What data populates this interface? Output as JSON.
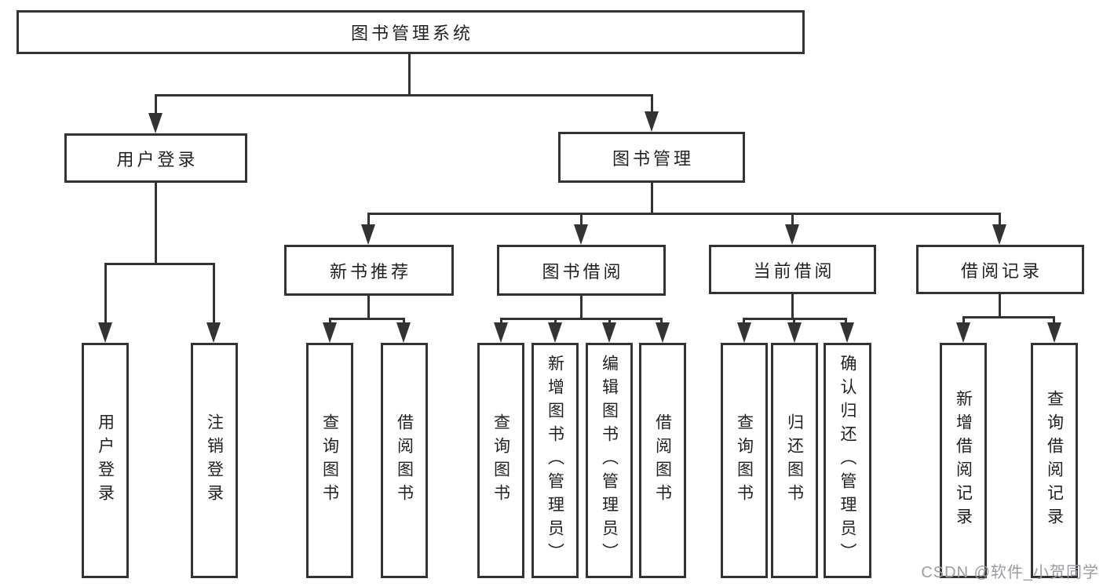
{
  "diagram": {
    "root": "图书管理系统",
    "level2": [
      "用户登录",
      "图书管理"
    ],
    "level3": [
      "新书推荐",
      "图书借阅",
      "当前借阅",
      "借阅记录"
    ],
    "leaves": {
      "login": [
        "用户登录",
        "注销登录"
      ],
      "recommend": [
        "查询图书",
        "借阅图书"
      ],
      "borrow": [
        "查询图书",
        "新增图书（管理员）",
        "编辑图书（管理员）",
        "借阅图书"
      ],
      "current": [
        "查询图书",
        "归还图书",
        "确认归还（管理员）"
      ],
      "record": [
        "新增借阅记录",
        "查询借阅记录"
      ]
    }
  },
  "watermark": {
    "text": "CSDN @软件_小贺同学"
  },
  "colors": {
    "line": "#333333",
    "text": "#222222",
    "watermark": "#9b9ba1",
    "background": "#ffffff"
  }
}
